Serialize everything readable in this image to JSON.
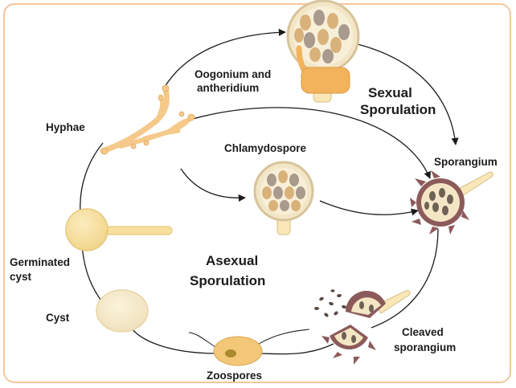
{
  "labels": {
    "oogonium_line1": "Oogonium and",
    "oogonium_line2": "antheridium",
    "sexual_line1": "Sexual",
    "sexual_line2": "Sporulation",
    "hyphae": "Hyphae",
    "chlamydospore": "Chlamydospore",
    "sporangium": "Sporangium",
    "germinated_line1": "Germinated",
    "germinated_line2": "cyst",
    "asexual_line1": "Asexual",
    "asexual_line2": "Sporulation",
    "cyst": "Cyst",
    "cleaved_line1": "Cleaved",
    "cleaved_line2": "sporangium",
    "zoospores": "Zoospores"
  },
  "colors": {
    "frame": "#f2c79a",
    "arrow": "#1b1b1b",
    "hyphae_fill": "#f5c98a",
    "cyst_fill": "#f7df9c",
    "spore_tan": "#d9b27a",
    "spore_gray": "#a89a8c",
    "sporangium_wall": "#8c5a5a"
  }
}
